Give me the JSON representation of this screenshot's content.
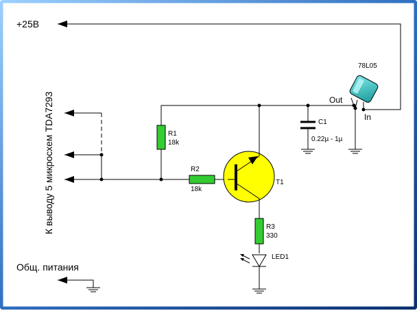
{
  "supply": {
    "label": "+25В"
  },
  "ground": {
    "label": "Общ. питания"
  },
  "side_text": "К выводу 5 микросхем TDA7293",
  "regulator": {
    "name": "78L05",
    "out_label": "Out",
    "in_label": "In"
  },
  "c1": {
    "name": "C1",
    "value": "0.22µ - 1µ"
  },
  "r1": {
    "name": "R1",
    "value": "18k"
  },
  "r2": {
    "name": "R2",
    "value": "18k"
  },
  "r3": {
    "name": "R3",
    "value": "330"
  },
  "t1": {
    "name": "T1"
  },
  "led1": {
    "name": "LED1"
  },
  "colors": {
    "border": "#3a7fd0",
    "resistor": "#33cc33",
    "transistor": "#ffff00",
    "regulator": "#33cccc"
  }
}
